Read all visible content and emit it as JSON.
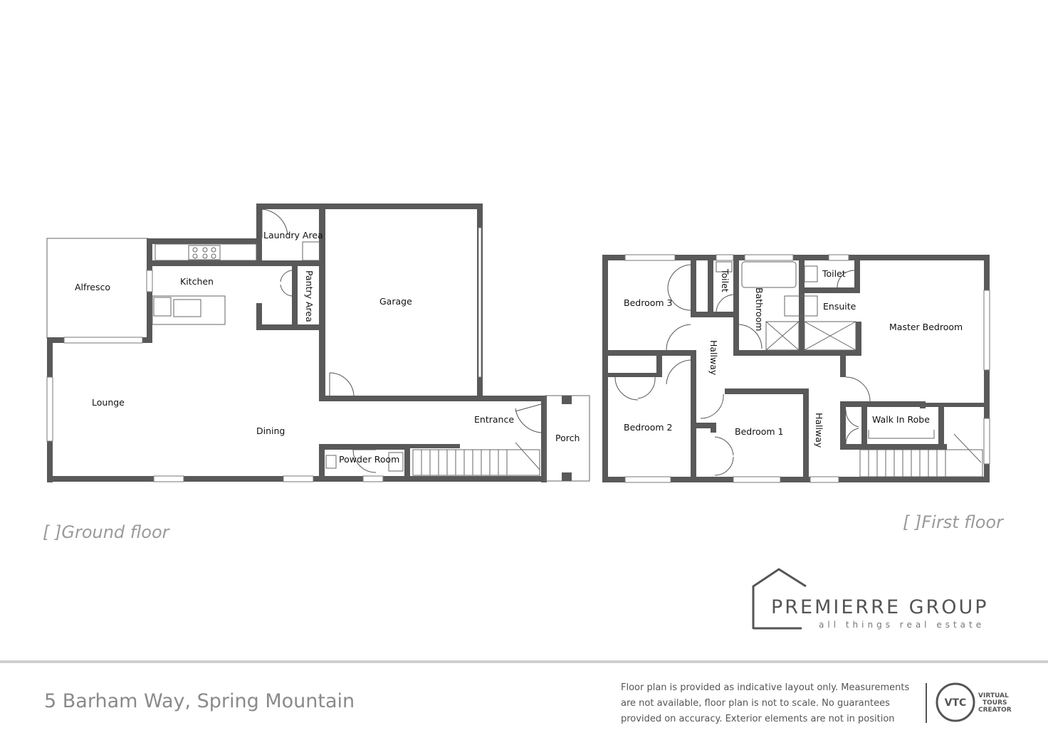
{
  "floors": {
    "ground": {
      "caption": "[ ]Ground floor",
      "rooms": {
        "alfresco": "Alfresco",
        "kitchen": "Kitchen",
        "laundry": "Laundry Area",
        "pantry": "Pantry Area",
        "garage": "Garage",
        "lounge": "Lounge",
        "dining": "Dining",
        "entrance": "Entrance",
        "porch": "Porch",
        "powder": "Powder Room"
      }
    },
    "first": {
      "caption": "[ ]First floor",
      "rooms": {
        "bedroom3": "Bedroom 3",
        "toilet1": "Toilet",
        "bathroom": "Bathroom",
        "toilet2": "Toilet",
        "ensuite": "Ensuite",
        "master": "Master Bedroom",
        "hallway1": "Hallway",
        "bedroom2": "Bedroom 2",
        "bedroom1": "Bedroom 1",
        "hallway2": "Hallway",
        "robe": "Walk In Robe"
      }
    }
  },
  "footer": {
    "address": "5 Barham Way, Spring Mountain",
    "disclaimer": [
      "Floor plan is provided as indicative layout only. Measurements",
      "are not available, floor plan is not to scale. No guarantees",
      "provided on accuracy. Exterior elements are not in position"
    ]
  },
  "brand": {
    "name": "PREMIERRE GROUP",
    "tagline": "all things real estate"
  },
  "vtc": {
    "mark": "VTC",
    "line1": "VIRTUAL",
    "line2": "TOURS",
    "line3": "CREATOR"
  },
  "colors": {
    "wall": "#595959",
    "caption": "#9a9a9a",
    "divider": "#cfcfcf"
  }
}
